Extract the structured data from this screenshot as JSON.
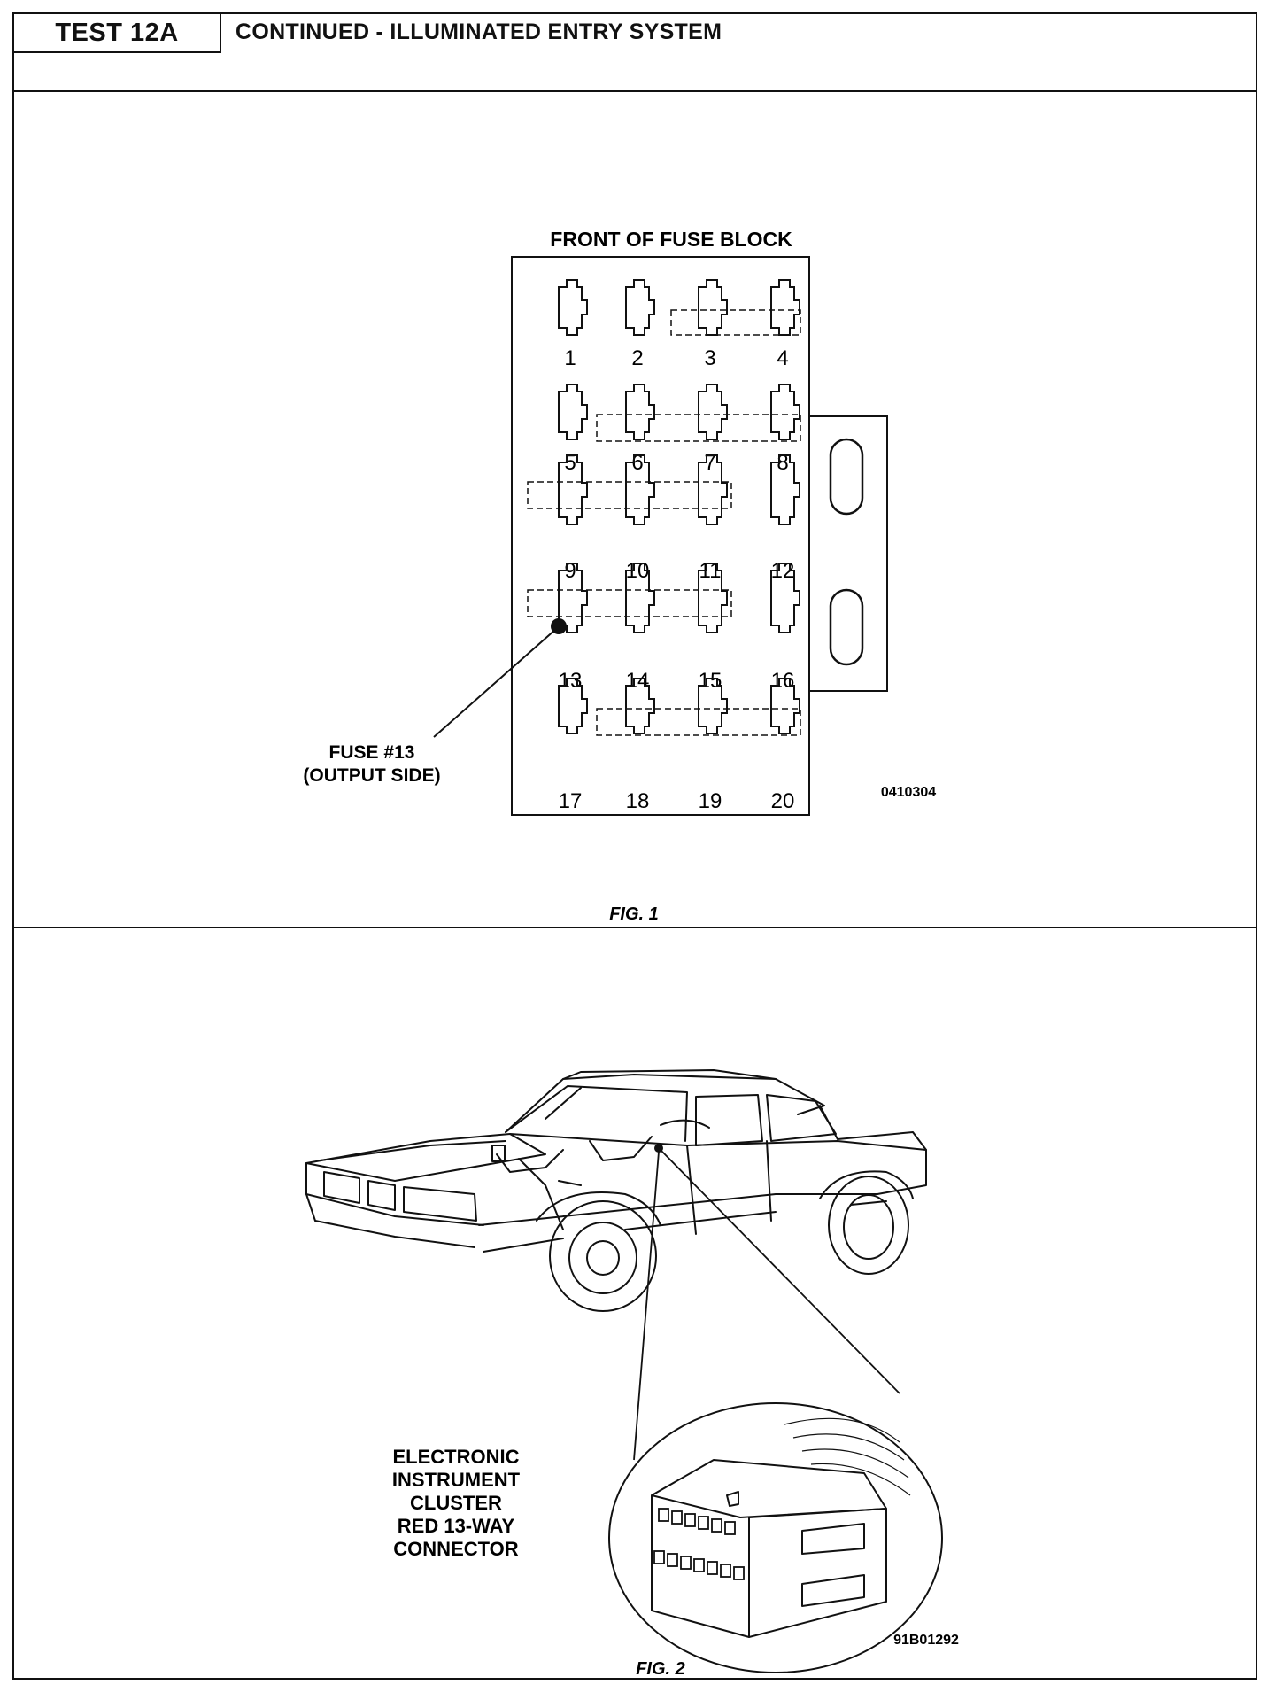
{
  "header": {
    "test_id": "TEST 12A",
    "title": "CONTINUED - ILLUMINATED ENTRY SYSTEM"
  },
  "fig1": {
    "heading": "FRONT OF FUSE BLOCK",
    "fuse_numbers": [
      "1",
      "2",
      "3",
      "4",
      "5",
      "6",
      "7",
      "8",
      "9",
      "10",
      "11",
      "12",
      "13",
      "14",
      "15",
      "16",
      "17",
      "18",
      "19",
      "20"
    ],
    "callout_line1": "FUSE #13",
    "callout_line2": "(OUTPUT SIDE)",
    "code": "0410304",
    "caption": "FIG. 1"
  },
  "fig2": {
    "label_lines": [
      "ELECTRONIC",
      "INSTRUMENT",
      "CLUSTER",
      "RED 13-WAY",
      "CONNECTOR"
    ],
    "code": "91B01292",
    "caption": "FIG. 2"
  }
}
